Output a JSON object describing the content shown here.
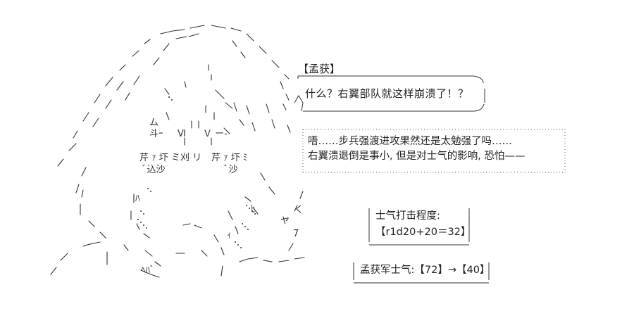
{
  "dialogue": {
    "speaker": "【孟获】",
    "line": "什么？右翼部队就这样崩溃了！？"
  },
  "thought": {
    "line1": "唔……步兵强渡进攻果然还是太勉强了吗……",
    "line2": "右翼溃退倒是事小, 但是对士气的影响, 恐怕——"
  },
  "morale_roll": {
    "label": "士气打击程度:",
    "roll": "【r1d20+20＝32】"
  },
  "morale_result": {
    "text": "孟获军士气:【72】→【40】"
  },
  "art_text": {
    "a1": "ム",
    "a2": "斗ｰ",
    "a3": "Ⅵ",
    "a4": "Ｖ ー-",
    "a5": "芹 ｧ 圷 ミ",
    "a6": "刈 リ",
    "a7": "芹 ｧ 圷 ﾐ",
    "a8": "ﾞ込沙",
    "a9": "ﾞ沙",
    "a10": "ﾋ",
    "a11": "ﾊ",
    "a12": "ﾍﾊﾞ",
    "a13": "ヤ",
    "a14": "7",
    "a15": "く",
    "a16": "ｨ"
  }
}
